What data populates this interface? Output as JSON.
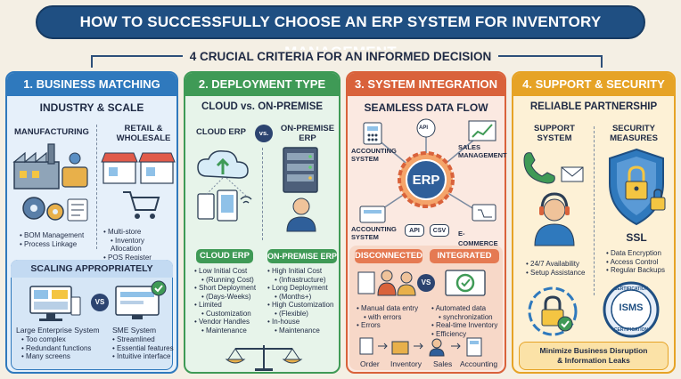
{
  "title": "HOW TO SUCCESSFULLY CHOOSE AN ERP SYSTEM FOR INVENTORY MANAGEMENT",
  "subtitle": "4 CRUCIAL CRITERIA FOR AN INFORMED DECISION",
  "col1": {
    "header": "1. BUSINESS MATCHING",
    "section": "INDUSTRY & SCALE",
    "manufacturing": "MANUFACTURING",
    "retail_line1": "RETAIL &",
    "retail_line2": "WHOLESALE",
    "mfg_bullets": [
      "BOM Management",
      "Process Linkage"
    ],
    "retail_bullets": [
      "Multi-store",
      "Inventory Allocation",
      "POS Register Linkage"
    ],
    "scaling": "SCALING APPROPRIATELY",
    "vs": "VS",
    "large_title": "Large Enterprise System",
    "large_bullets": [
      "Too complex",
      "Redundant functions",
      "Many screens"
    ],
    "sme_title": "SME System",
    "sme_bullets": [
      "Streamlined",
      "Essential features",
      "Intuitive interface"
    ]
  },
  "col2": {
    "header": "2. DEPLOYMENT TYPE",
    "section": "CLOUD vs. ON-PREMISE",
    "cloud_label": "CLOUD ERP",
    "onprem_line1": "ON-PREMISE",
    "onprem_line2": "ERP",
    "vs": "vs.",
    "cloud_pill": "CLOUD ERP",
    "onprem_pill": "ON-PREMISE ERP",
    "cloud_bullets": [
      "Low Initial Cost",
      "(Running Cost)",
      "Short Deployment",
      "(Days-Weeks)",
      "Limited",
      "Customization",
      "Vendor Handles",
      "Maintenance"
    ],
    "onprem_bullets": [
      "High Initial Cost",
      "(Infrastructure)",
      "Long Deployment",
      "(Months+)",
      "High Customization",
      "(Flexible)",
      "In-house",
      "Maintenance"
    ]
  },
  "col3": {
    "header": "3. SYSTEM INTEGRATION",
    "section": "SEAMLESS DATA FLOW",
    "center": "ERP",
    "acc1_line1": "ACCOUNTING",
    "acc1_line2": "SYSTEM",
    "sales_line1": "SALES",
    "sales_line2": "MANAGEMENT",
    "acc2_line1": "ACCOUNTING",
    "acc2_line2": "SYSTEM",
    "ecommerce": "E-COMMERCE",
    "api1": "API",
    "api2": "API",
    "csv": "CSV",
    "disconnected": "DISCONNECTED",
    "integrated": "INTEGRATED",
    "vs": "VS",
    "disc_bullets": [
      "Manual data entry",
      "with errors",
      "Errors"
    ],
    "int_bullets": [
      "Automated data",
      "synchronization",
      "Real-time Inventory",
      "Efficiency"
    ],
    "flow": [
      "Order",
      "Inventory",
      "Sales",
      "Accounting"
    ]
  },
  "col4": {
    "header": "4. SUPPORT & SECURITY",
    "section": "RELIABLE PARTNERSHIP",
    "support_line1": "SUPPORT",
    "support_line2": "SYSTEM",
    "security_line1": "SECURITY",
    "security_line2": "MEASURES",
    "ssl": "SSL",
    "support_bullets": [
      "24/7 Availability",
      "Setup Assistance"
    ],
    "security_bullets": [
      "Data Encryption",
      "Access Control",
      "Regular Backups"
    ],
    "isms": "ISMS",
    "cert_top": "CERTIFICATION",
    "cert_bottom": "CERTIFICATION",
    "footer_line1": "Minimize Business Disruption",
    "footer_line2": "& Information Leaks"
  },
  "colors": {
    "title_bg": "#1f4f82",
    "col1": "#2f79bd",
    "col2": "#3f9a56",
    "col3": "#d9623b",
    "col4": "#e6a326"
  }
}
